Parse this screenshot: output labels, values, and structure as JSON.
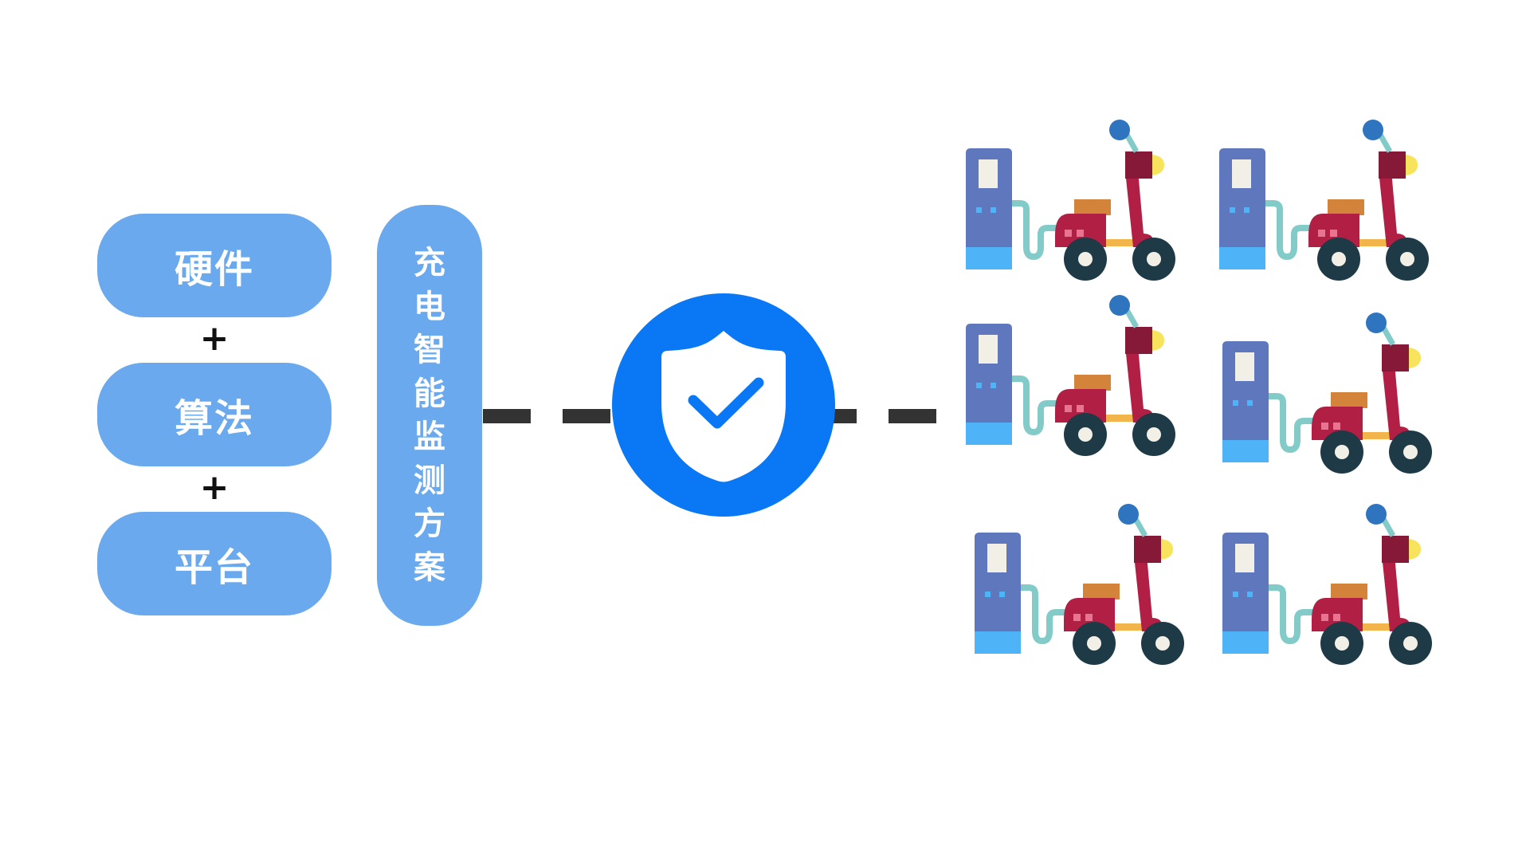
{
  "modules": {
    "hardware": "硬件",
    "plus_1": "+",
    "algorithm": "算法",
    "plus_2": "+",
    "platform": "平台"
  },
  "solution": {
    "title_chars": [
      "充",
      "电",
      "智",
      "能",
      "监",
      "测",
      "方",
      "案"
    ]
  },
  "center_icon": "shield-check-icon",
  "scooter_count": 6,
  "colors": {
    "pill": "#6aa9ee",
    "shield_circle": "#0a78f5",
    "connector": "#333333",
    "pump_body": "#5f78bd",
    "pump_base": "#4fb4f7",
    "scooter_body": "#b21f45",
    "scooter_dark": "#861838",
    "scooter_seat": "#d4843a",
    "wheel": "#1e3a46",
    "cable": "#82cbc9",
    "headlight": "#f7e35c",
    "mirror": "#2f74bf"
  }
}
